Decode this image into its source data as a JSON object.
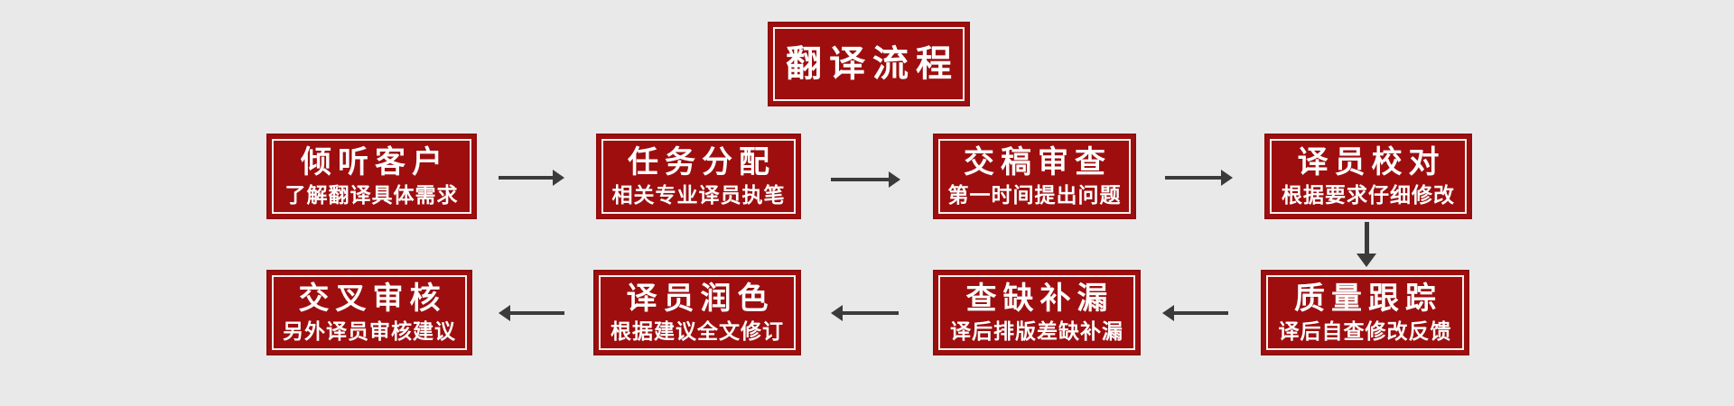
{
  "colors": {
    "page_bg": "#e9e9e9",
    "box_red": "#9e0e0f",
    "box_edge_red": "#8f0d0e",
    "inner_line": "#f5f2ee",
    "box_text": "#ffffff",
    "arrow_gray": "#3b3b3b"
  },
  "title": {
    "label": "翻译流程"
  },
  "steps": [
    {
      "title": "倾听客户",
      "subtitle": "了解翻译具体需求"
    },
    {
      "title": "任务分配",
      "subtitle": "相关专业译员执笔"
    },
    {
      "title": "交稿审查",
      "subtitle": "第一时间提出问题"
    },
    {
      "title": "译员校对",
      "subtitle": "根据要求仔细修改"
    },
    {
      "title": "质量跟踪",
      "subtitle": "译后自查修改反馈"
    },
    {
      "title": "查缺补漏",
      "subtitle": "译后排版差缺补漏"
    },
    {
      "title": "译员润色",
      "subtitle": "根据建议全文修订"
    },
    {
      "title": "交叉审核",
      "subtitle": "另外译员审核建议"
    }
  ],
  "connections": [
    {
      "from": "倾听客户",
      "to": "任务分配",
      "direction": "right"
    },
    {
      "from": "任务分配",
      "to": "交稿审查",
      "direction": "right"
    },
    {
      "from": "交稿审查",
      "to": "译员校对",
      "direction": "right"
    },
    {
      "from": "译员校对",
      "to": "质量跟踪",
      "direction": "down"
    },
    {
      "from": "质量跟踪",
      "to": "查缺补漏",
      "direction": "left"
    },
    {
      "from": "查缺补漏",
      "to": "译员润色",
      "direction": "left"
    },
    {
      "from": "译员润色",
      "to": "交叉审核",
      "direction": "left"
    }
  ]
}
